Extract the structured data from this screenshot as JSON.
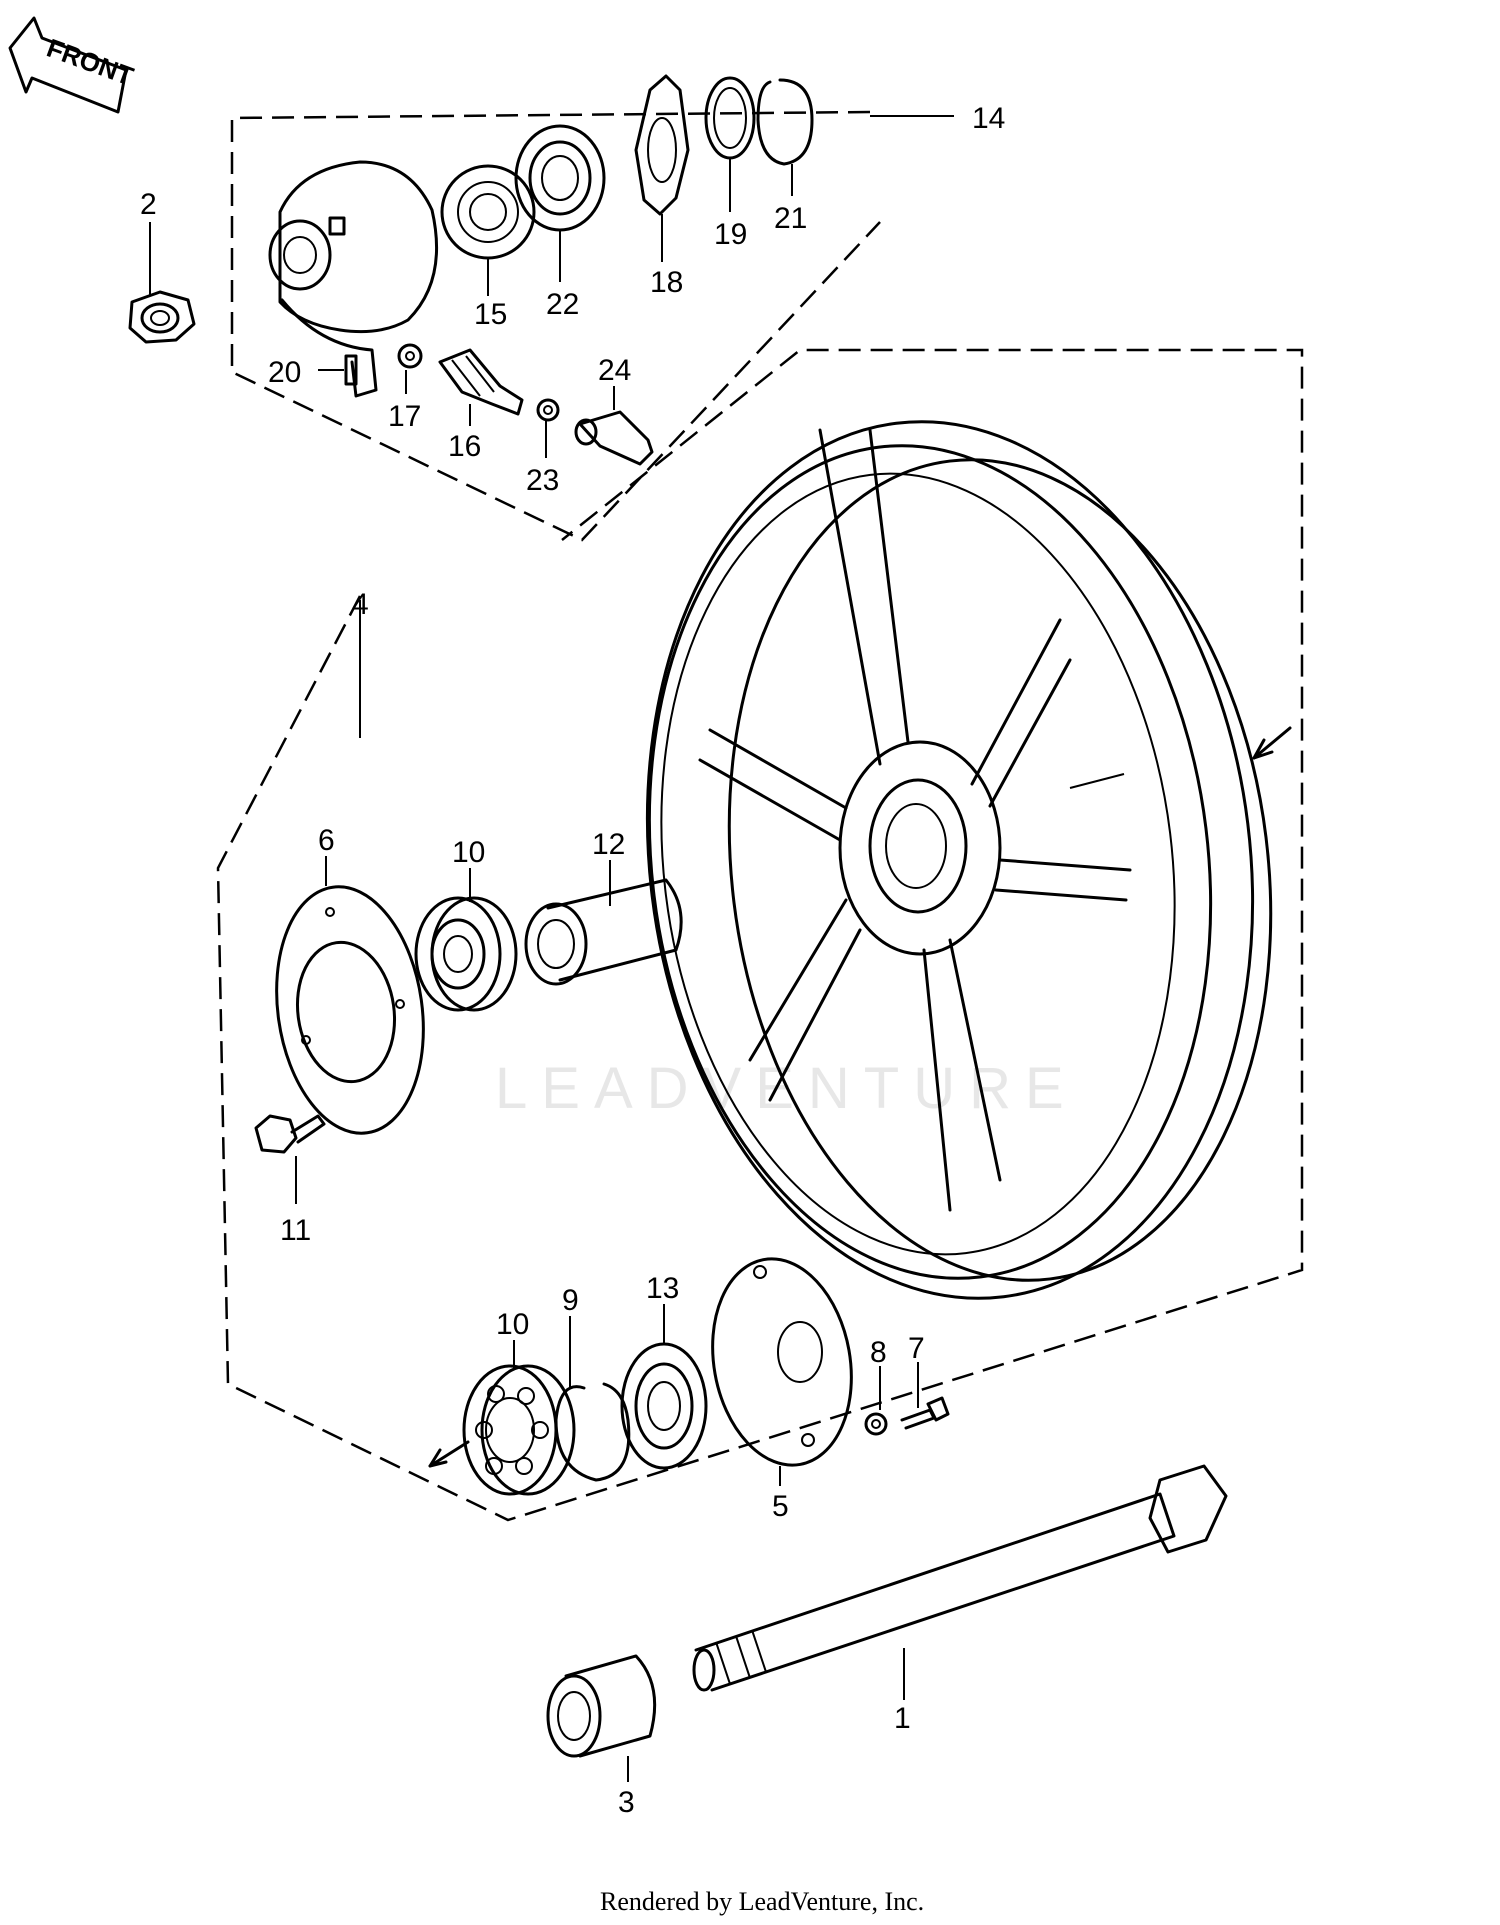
{
  "diagram": {
    "front_label": "FRONT",
    "watermark": "LEADVENTURE",
    "footer": "Rendered by LeadVenture, Inc.",
    "parts": [
      {
        "id": "p1",
        "label": "1"
      },
      {
        "id": "p2",
        "label": "2"
      },
      {
        "id": "p3",
        "label": "3"
      },
      {
        "id": "p4",
        "label": "4"
      },
      {
        "id": "p5",
        "label": "5"
      },
      {
        "id": "p6",
        "label": "6"
      },
      {
        "id": "p7",
        "label": "7"
      },
      {
        "id": "p8",
        "label": "8"
      },
      {
        "id": "p9",
        "label": "9"
      },
      {
        "id": "p10a",
        "label": "10"
      },
      {
        "id": "p10b",
        "label": "10"
      },
      {
        "id": "p11",
        "label": "11"
      },
      {
        "id": "p12",
        "label": "12"
      },
      {
        "id": "p13",
        "label": "13"
      },
      {
        "id": "p14",
        "label": "14"
      },
      {
        "id": "p15",
        "label": "15"
      },
      {
        "id": "p16",
        "label": "16"
      },
      {
        "id": "p17",
        "label": "17"
      },
      {
        "id": "p18",
        "label": "18"
      },
      {
        "id": "p19",
        "label": "19"
      },
      {
        "id": "p20",
        "label": "20"
      },
      {
        "id": "p21",
        "label": "21"
      },
      {
        "id": "p22",
        "label": "22"
      },
      {
        "id": "p23",
        "label": "23"
      },
      {
        "id": "p24",
        "label": "24"
      }
    ]
  }
}
